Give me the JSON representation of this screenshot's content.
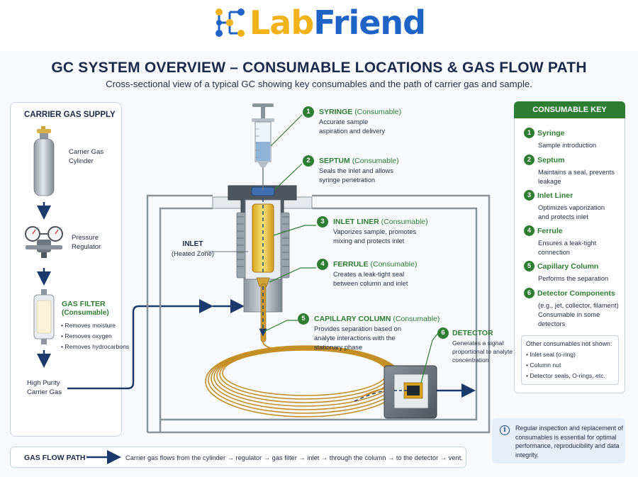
{
  "logo": {
    "part1": "Lab",
    "part2": "Friend",
    "icon": "network-nodes-icon"
  },
  "title": "GC SYSTEM OVERVIEW – CONSUMABLE LOCATIONS & GAS FLOW PATH",
  "subtitle": "Cross-sectional view of a typical GC showing key consumables and the path of carrier gas and sample.",
  "supply": {
    "title": "CARRIER GAS SUPPLY",
    "cylinder_label_1": "Carrier Gas",
    "cylinder_label_2": "Cylinder",
    "regulator_label_1": "Pressure",
    "regulator_label_2": "Regulator",
    "filter_title": "GAS FILTER",
    "filter_sub": "(Consumable)",
    "filter_items": [
      "Removes moisture",
      "Removes oxygen",
      "Removes hydrocarbons"
    ],
    "output_label_1": "High Purity",
    "output_label_2": "Carrier Gas"
  },
  "inlet_label": {
    "line1": "INLET",
    "line2": "(Heated Zone)"
  },
  "callouts": [
    {
      "num": "1",
      "name": "SYRINGE",
      "tag": "(Consumable)",
      "desc1": "Accurate sample",
      "desc2": "aspiration and delivery"
    },
    {
      "num": "2",
      "name": "SEPTUM",
      "tag": "(Consumable)",
      "desc1": "Seals the inlet and allows",
      "desc2": "syringe penetration"
    },
    {
      "num": "3",
      "name": "INLET LINER",
      "tag": "(Consumable)",
      "desc1": "Vaporizes sample, promotes",
      "desc2": "mixing and protects inlet"
    },
    {
      "num": "4",
      "name": "FERRULE",
      "tag": "(Consumable)",
      "desc1": "Creates a leak-tight seal",
      "desc2": "between column and inlet"
    },
    {
      "num": "5",
      "name": "CAPILLARY COLUMN",
      "tag": "(Consumable)",
      "desc1": "Provides separation based on",
      "desc2": "analyte interactions with the",
      "desc3": "stationary phase"
    },
    {
      "num": "6",
      "name": "DETECTOR",
      "tag": "",
      "desc1": "Generates a signal",
      "desc2": "proportional to analyte",
      "desc3": "concentration"
    }
  ],
  "key": {
    "header": "CONSUMABLE KEY",
    "items": [
      {
        "num": "1",
        "name": "Syringe",
        "desc": [
          "Sample introduction"
        ]
      },
      {
        "num": "2",
        "name": "Septum",
        "desc": [
          "Maintains a seal, prevents",
          "leakage"
        ]
      },
      {
        "num": "3",
        "name": "Inlet Liner",
        "desc": [
          "Optimizes vaporization",
          "and protects inlet"
        ]
      },
      {
        "num": "4",
        "name": "Ferrule",
        "desc": [
          "Ensures a leak-tight",
          "connection"
        ]
      },
      {
        "num": "5",
        "name": "Capillary Column",
        "desc": [
          "Performs the separation"
        ]
      },
      {
        "num": "6",
        "name": "Detector Components",
        "desc": [
          "(e.g., jet, collector, filament)",
          "Consumable in some",
          "detectors"
        ]
      }
    ],
    "other_title": "Other consumables not shown:",
    "other_items": [
      "Inlet seal (o-ring)",
      "Column nut",
      "Detector seals, O-rings, etc."
    ]
  },
  "info": {
    "icon": "info-icon",
    "text": "Regular inspection and replacement of consumables is essential for optimal performance, reproducibility and data integrity."
  },
  "flow": {
    "label": "GAS FLOW PATH",
    "text": "Carrier gas flows from the cylinder → regulator → gas filter → inlet → through the column → to the detector → vent."
  },
  "colors": {
    "navy": "#1b3a6b",
    "green": "#2e7d32",
    "brass": "#c99a2e",
    "steel": "#9aa3ad",
    "logo_yellow": "#f2b21a",
    "logo_blue": "#1e63c6"
  }
}
